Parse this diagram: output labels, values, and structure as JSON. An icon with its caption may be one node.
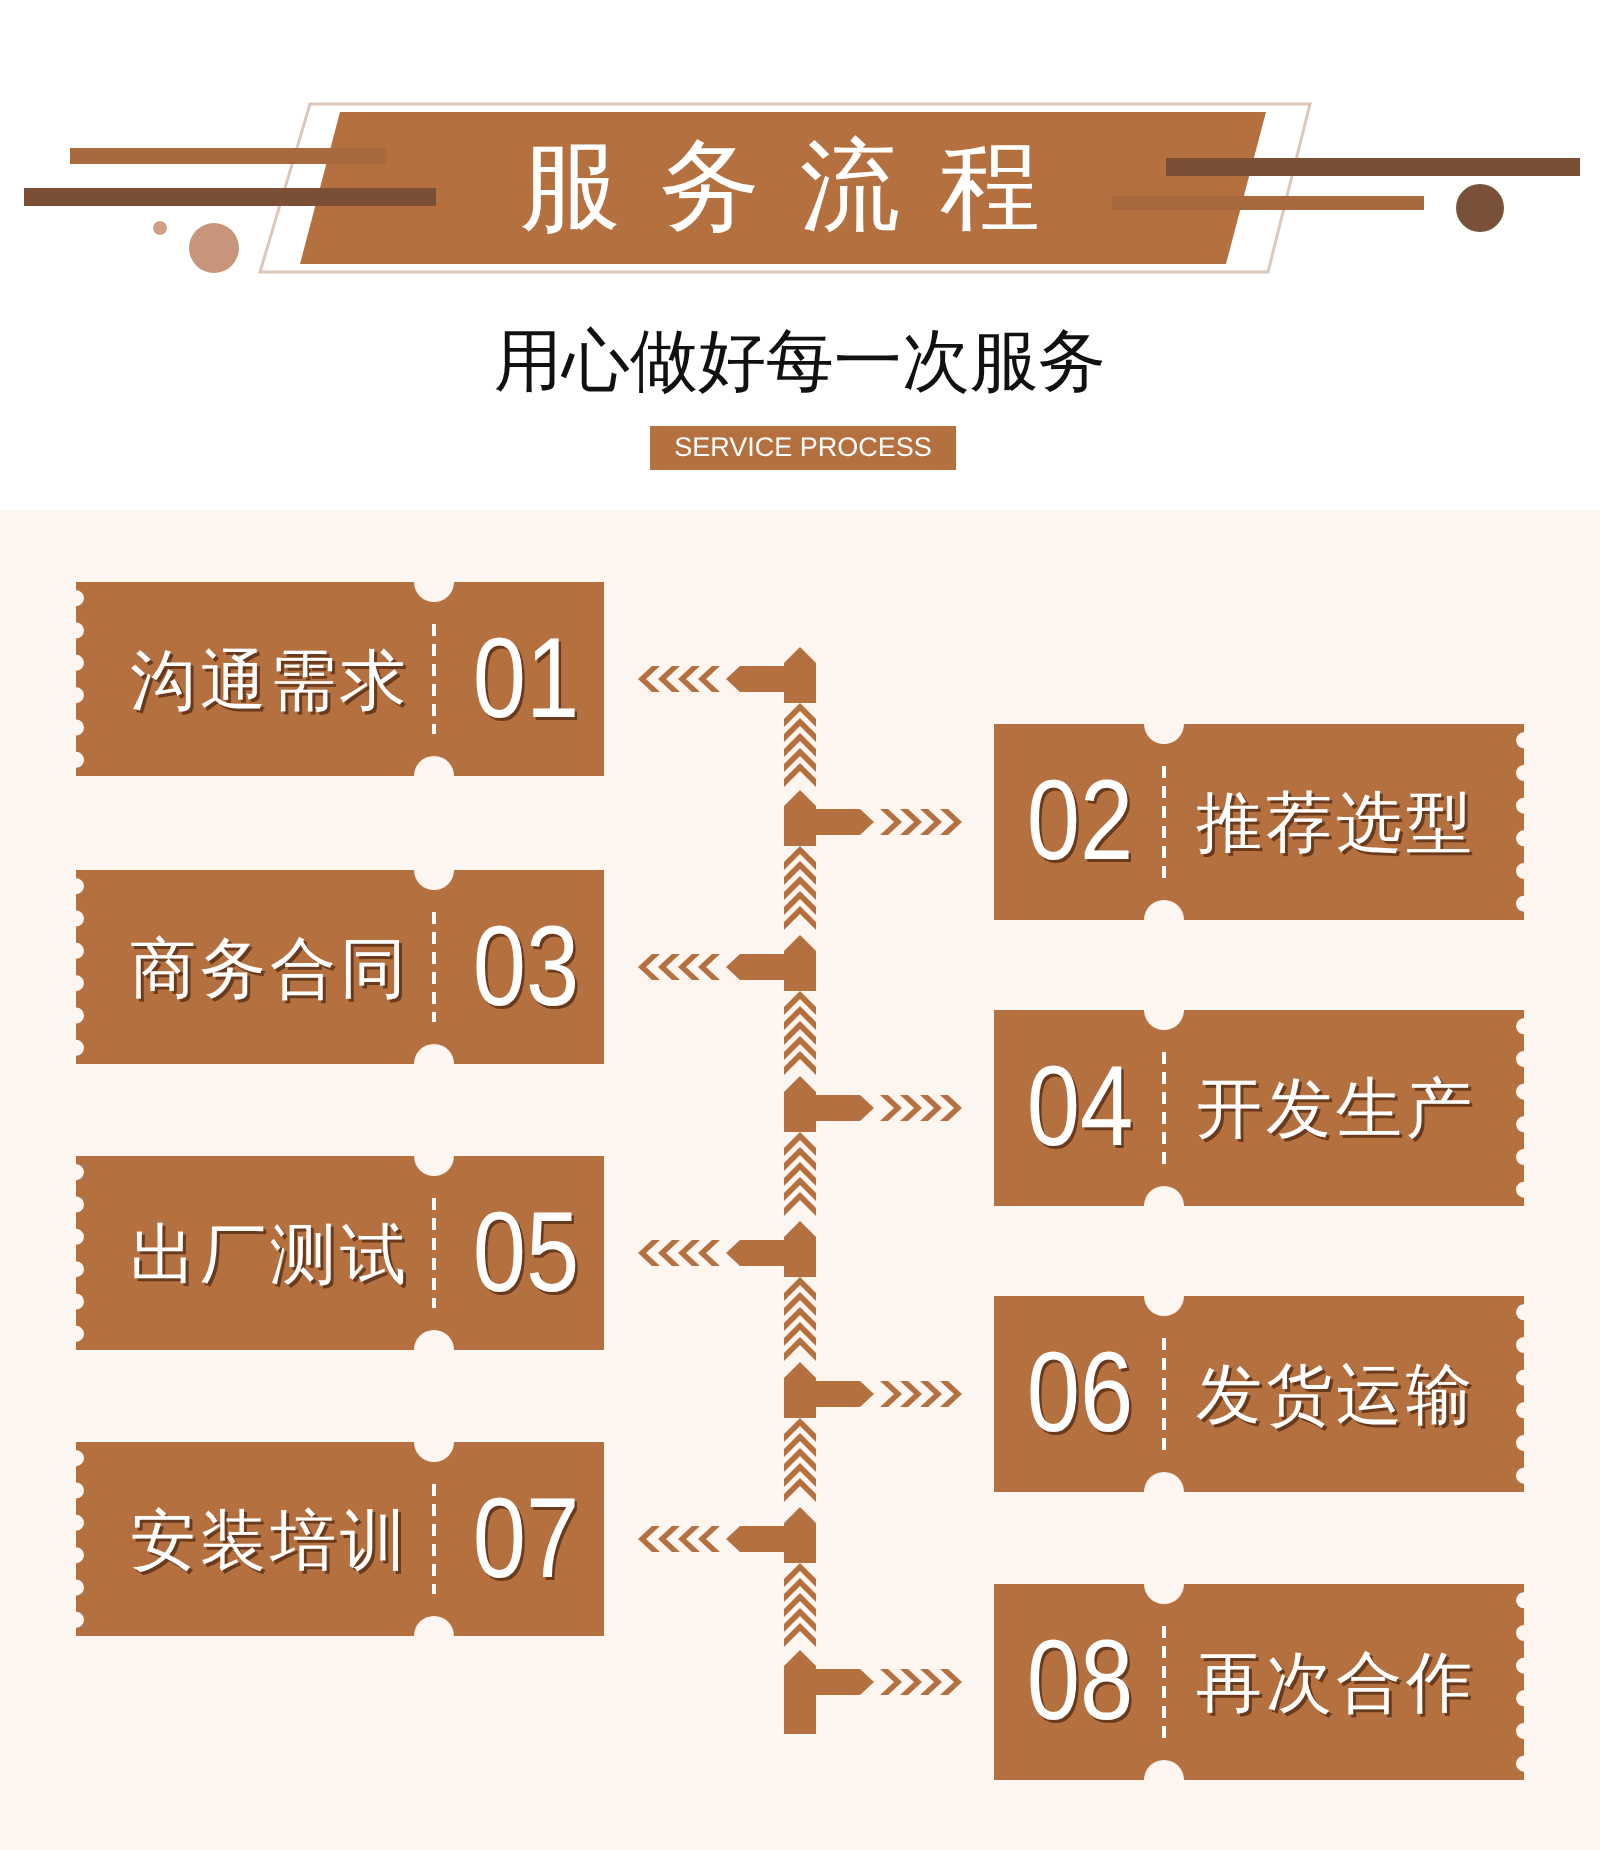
{
  "diagram": {
    "title": "服务流程",
    "nodes": [
      {
        "text": [
          "SERVICE PROCESS"
        ]
      },
      {
        "text": [
          "沟通需求",
          "01"
        ]
      },
      {
        "text": [
          "02",
          "推荐选型"
        ]
      },
      {
        "text": [
          "商务合同",
          "03"
        ]
      },
      {
        "text": [
          "04",
          "开发生产"
        ]
      },
      {
        "text": [
          "出厂测试",
          "05"
        ]
      },
      {
        "text": [
          "06",
          "发货运输"
        ]
      },
      {
        "text": [
          "安装培训",
          "07"
        ]
      },
      {
        "text": [
          "08",
          "再次合作"
        ]
      }
    ],
    "edges": [
      {
        "from": null,
        "to": 1,
        "arrow": "to"
      },
      {
        "from": null,
        "to": 2,
        "arrow": "to"
      },
      {
        "from": null,
        "to": 3,
        "arrow": "to"
      },
      {
        "from": null,
        "to": 4,
        "arrow": "to"
      },
      {
        "from": null,
        "to": 5,
        "arrow": "to"
      },
      {
        "from": null,
        "to": 6,
        "arrow": "to"
      },
      {
        "from": null,
        "to": 7,
        "arrow": "to"
      },
      {
        "from": null,
        "to": 8,
        "arrow": "to"
      }
    ],
    "labels": [
      "用心做好每一次服务"
    ]
  }
}
